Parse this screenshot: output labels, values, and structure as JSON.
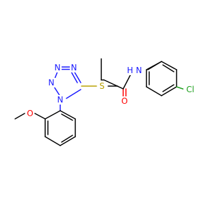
{
  "atoms": {
    "n_ring_top_left": {
      "label": "N",
      "color": "#1a1aff"
    },
    "n_ring_top_right": {
      "label": "N",
      "color": "#1a1aff"
    },
    "n_ring_left": {
      "label": "N",
      "color": "#1a1aff"
    },
    "n_ring_aryl": {
      "label": "N",
      "color": "#1a1aff"
    },
    "s_thioether": {
      "label": "S",
      "color": "#b8a000"
    },
    "o_methoxy": {
      "label": "O",
      "color": "#ff0000"
    },
    "o_carbonyl": {
      "label": "O",
      "color": "#ff0000"
    },
    "n_amide": {
      "label": "N",
      "color": "#1a1aff"
    },
    "h_amide": {
      "label": "H",
      "color": "#1a1aff"
    },
    "cl": {
      "label": "Cl",
      "color": "#1fa01f"
    }
  }
}
